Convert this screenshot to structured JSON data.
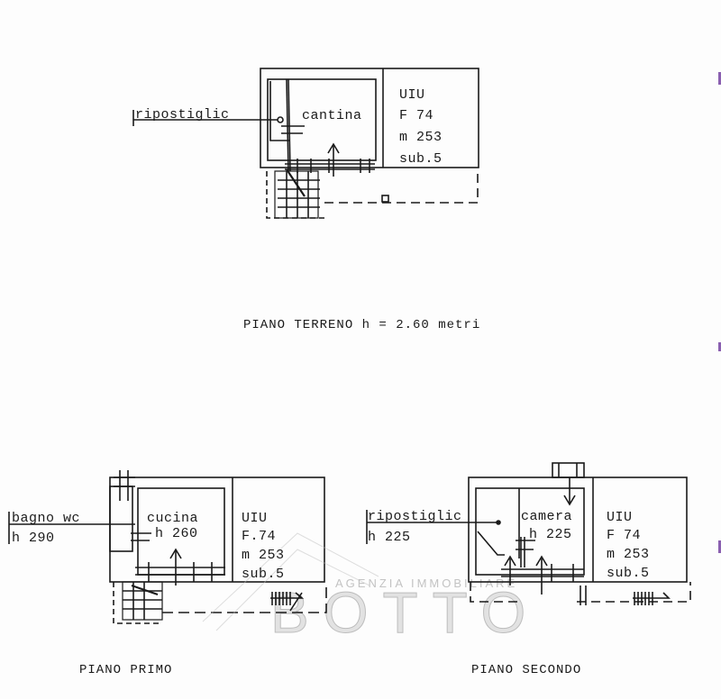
{
  "ground_floor": {
    "caption": "PIANO TERRENO h = 2.60 metri",
    "labels": {
      "storage": "ripostiglic",
      "cellar": "cantina"
    },
    "unit": {
      "line1": "UIU",
      "line2": "F 74",
      "line3": "m 253",
      "line4": "sub.5"
    }
  },
  "first_floor": {
    "caption": "PIANO PRIMO",
    "labels": {
      "bathroom": "bagno wc",
      "bathroom_h": "h 290",
      "kitchen": "cucina",
      "kitchen_h": "h 260"
    },
    "unit": {
      "line1": "UIU",
      "line2": "F.74",
      "line3": "m 253",
      "line4": "sub.5"
    }
  },
  "second_floor": {
    "caption": "PIANO SECONDO",
    "labels": {
      "storage": "ripostiglic",
      "storage_h": "h 225",
      "bedroom": "camera",
      "bedroom_h": "h 225"
    },
    "unit": {
      "line1": "UIU",
      "line2": "F 74",
      "line3": "m 253",
      "line4": "sub.5"
    }
  },
  "watermark": {
    "line1": "AGENZIA IMMOBILIARE",
    "line2": "BOTTO"
  }
}
